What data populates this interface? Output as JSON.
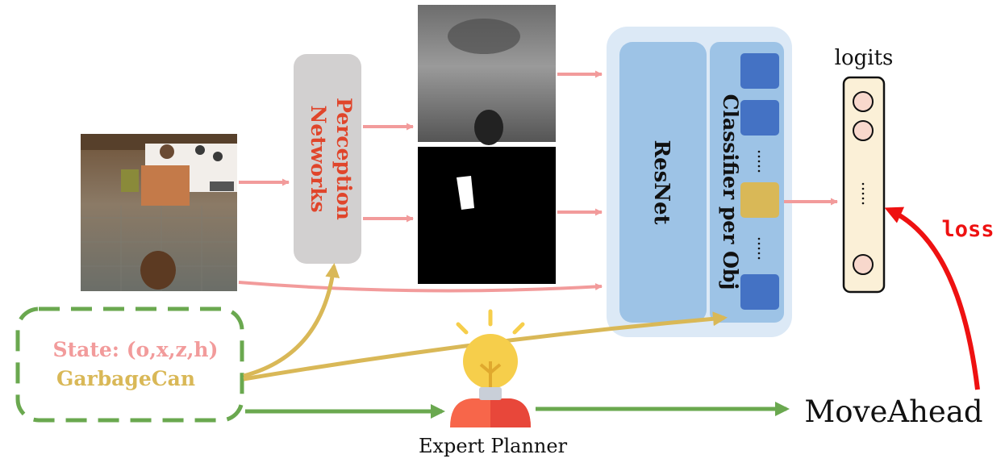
{
  "perception": {
    "line1": "Perception",
    "line2": "Networks"
  },
  "backbone": {
    "label": "ResNet"
  },
  "classifier": {
    "label": "Classifier per Obj"
  },
  "logits": {
    "title": "logits"
  },
  "state": {
    "line1": "State: (o,x,z,h)",
    "line2": "GarbageCan"
  },
  "expert": {
    "label": "Expert Planner"
  },
  "action": {
    "label": "MoveAhead"
  },
  "loss": {
    "label": "loss"
  },
  "colors": {
    "pink_arrow": "#f29b9b",
    "gold_arrow": "#d9b857",
    "green_arrow": "#6aa84f",
    "red_arrow": "#ee1111",
    "perception_text": "#e0452b",
    "state_text": "#f29b9b",
    "target_text": "#d9b857",
    "dashed_border": "#6aa84f",
    "resnet_fill": "#9dc3e6",
    "outer_fill": "#dce9f6",
    "obj_blue": "#4472c4",
    "obj_gold": "#d9b857",
    "logit_fill": "#fbf0d7"
  }
}
